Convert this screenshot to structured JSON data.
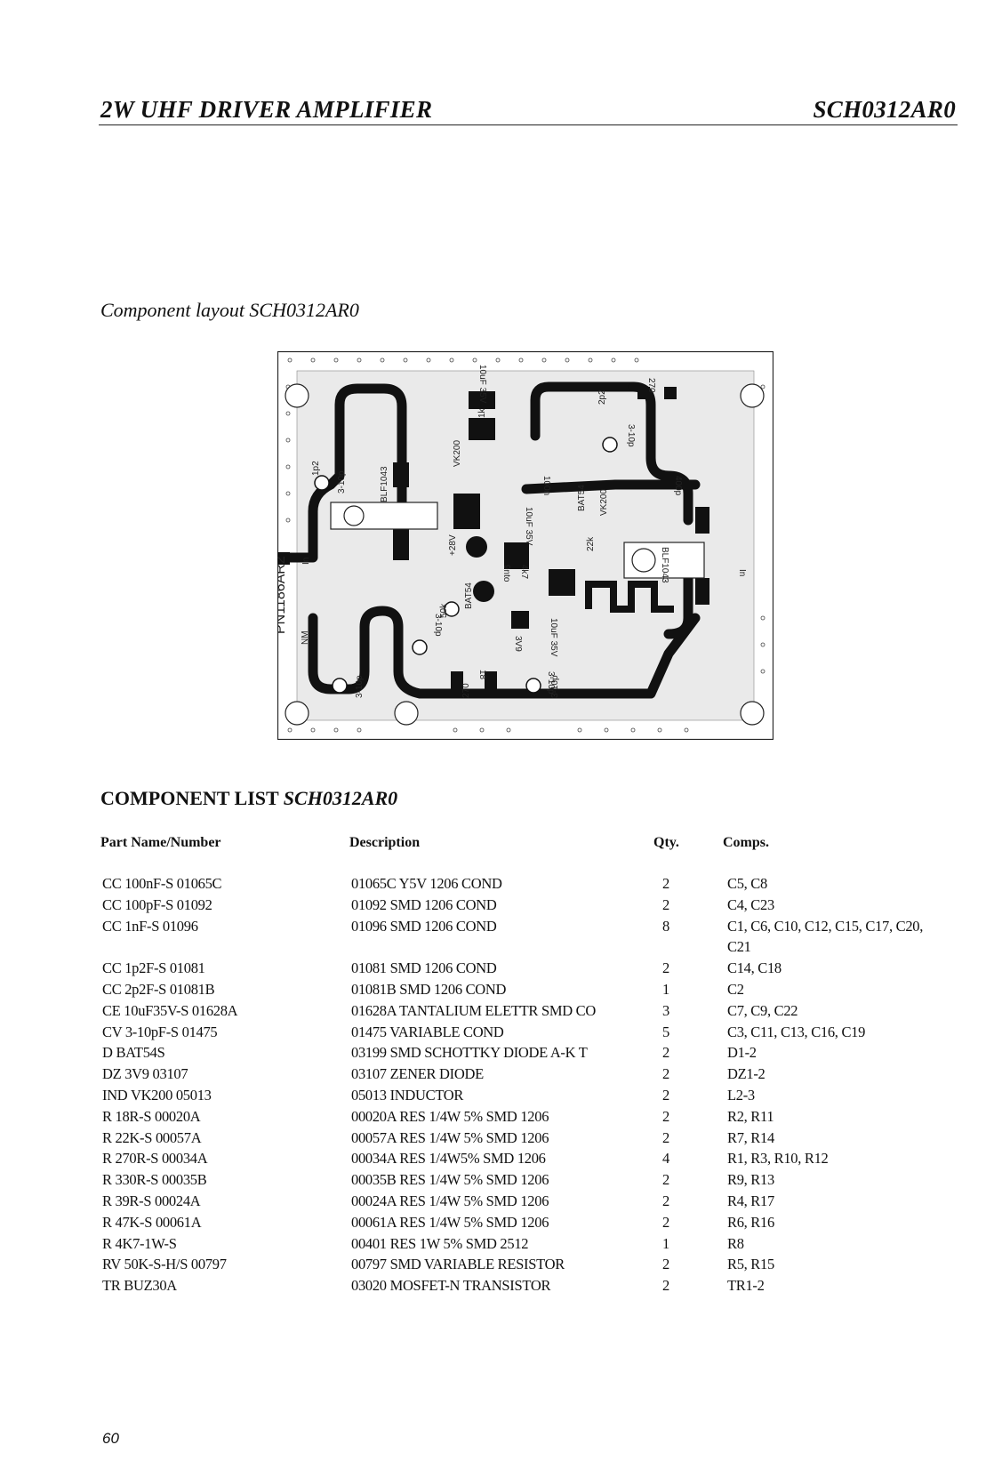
{
  "header": {
    "title": "2W UHF DRIVER AMPLIFIER",
    "code": "SCH0312AR0"
  },
  "layout": {
    "title": "Component layout SCH0312AR0",
    "board_labels": {
      "pn": "PN1186AR2",
      "in_left": "In",
      "out_right": "330",
      "in_right": "In",
      "vk": "VK200",
      "vk2": "VK200",
      "v28": "+28V",
      "opto": "9nto",
      "bat": "BAT54",
      "bat2": "BAT54",
      "blf_left": "BLF1043",
      "blf_right": "BLF1043",
      "c10u": "10uF 35V",
      "c10u2": "10uF 35V",
      "c10u3": "10uF 35V",
      "v1k": "1k",
      "v47k": "4k7",
      "v22k": "22k",
      "v50k": "50k",
      "v270": "270",
      "v270b": "270",
      "v3_10p": "3-10p",
      "v3_10p_b": "3-10p",
      "v3_10p_c": "3-10p",
      "v3_10p_d": "3-10p",
      "v3_10p_e": "3-10p",
      "v3_10p_f": "3-10p",
      "v400p": "400p",
      "v100n": "100n",
      "v2p2": "2p2",
      "v1p2": "1p2",
      "nm": "NM",
      "v3v9": "3V9",
      "v18": "18"
    }
  },
  "component_list": {
    "title_plain": "COMPONENT LIST ",
    "title_code": "SCH0312AR0",
    "columns": [
      "Part Name/Number",
      "Description",
      "Qty.",
      "Comps."
    ],
    "rows": [
      {
        "part": "CC 100nF-S 01065C",
        "desc": "01065C Y5V 1206 COND",
        "qty": "2",
        "comps": "C5, C8"
      },
      {
        "part": "CC 100pF-S 01092",
        "desc": "01092 SMD 1206 COND",
        "qty": "2",
        "comps": "C4, C23"
      },
      {
        "part": "CC 1nF-S 01096",
        "desc": "01096 SMD 1206 COND",
        "qty": "8",
        "comps": "C1, C6, C10, C12, C15, C17, C20,"
      },
      {
        "part": "",
        "desc": "",
        "qty": "",
        "comps": "C21"
      },
      {
        "part": "CC 1p2F-S 01081",
        "desc": "01081 SMD 1206 COND",
        "qty": "2",
        "comps": "C14, C18"
      },
      {
        "part": "CC 2p2F-S 01081B",
        "desc": "01081B SMD 1206 COND",
        "qty": "1",
        "comps": "C2"
      },
      {
        "part": "CE 10uF35V-S 01628A",
        "desc": "01628A TANTALIUM ELETTR SMD CO",
        "qty": "3",
        "comps": "C7, C9, C22"
      },
      {
        "part": "CV 3-10pF-S 01475",
        "desc": "01475 VARIABLE COND",
        "qty": "5",
        "comps": "C3, C11, C13, C16, C19"
      },
      {
        "part": "D BAT54S",
        "desc": "03199 SMD SCHOTTKY DIODE A-K T",
        "qty": "2",
        "comps": "D1-2"
      },
      {
        "part": "DZ 3V9 03107",
        "desc": "03107 ZENER DIODE",
        "qty": "2",
        "comps": "DZ1-2"
      },
      {
        "part": "IND VK200 05013",
        "desc": "05013 INDUCTOR",
        "qty": "2",
        "comps": "L2-3"
      },
      {
        "part": "R 18R-S 00020A",
        "desc": "00020A RES 1/4W 5% SMD 1206",
        "qty": "2",
        "comps": "R2, R11"
      },
      {
        "part": "R 22K-S 00057A",
        "desc": "00057A RES 1/4W 5% SMD 1206",
        "qty": "2",
        "comps": "R7, R14"
      },
      {
        "part": "R 270R-S 00034A",
        "desc": "00034A RES 1/4W5% SMD 1206",
        "qty": "4",
        "comps": "R1, R3, R10, R12"
      },
      {
        "part": "R 330R-S 00035B",
        "desc": "00035B RES 1/4W 5% SMD 1206",
        "qty": "2",
        "comps": "R9, R13"
      },
      {
        "part": "R 39R-S 00024A",
        "desc": "00024A RES 1/4W 5% SMD 1206",
        "qty": "2",
        "comps": "R4, R17"
      },
      {
        "part": "R 47K-S 00061A",
        "desc": "00061A RES 1/4W 5% SMD 1206",
        "qty": "2",
        "comps": "R6, R16"
      },
      {
        "part": "R 4K7-1W-S",
        "desc": "00401 RES 1W 5% SMD 2512",
        "qty": "1",
        "comps": "R8"
      },
      {
        "part": "RV 50K-S-H/S 00797",
        "desc": "00797 SMD VARIABLE RESISTOR",
        "qty": "2",
        "comps": "R5, R15"
      },
      {
        "part": "TR BUZ30A",
        "desc": "03020 MOSFET-N TRANSISTOR",
        "qty": "2",
        "comps": "TR1-2"
      }
    ]
  },
  "page_number": "60"
}
